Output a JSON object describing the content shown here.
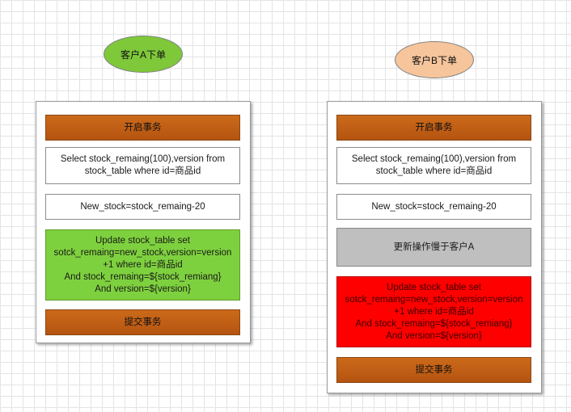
{
  "client_a": {
    "title": "客户A下单",
    "color": "#7ec83a",
    "steps": {
      "begin": "开启事务",
      "select": "Select stock_remaing(100),version from\nstock_table where id=商品id",
      "compute": "New_stock=stock_remaing-20",
      "update": "Update stock_table set\nsotck_remaing=new_stock,version=version\n+1 where id=商品id\nAnd stock_remaing=${stock_remiang}\nAnd version=${version}",
      "commit": "提交事务"
    }
  },
  "client_b": {
    "title": "客户B下单",
    "color": "#f6c59c",
    "steps": {
      "begin": "开启事务",
      "select": "Select stock_remaing(100),version from\nstock_table where id=商品id",
      "compute": "New_stock=stock_remaing-20",
      "slower": "更新操作慢于客户A",
      "update": "Update stock_table set\nsotck_remaing=new_stock,version=version\n+1 where id=商品id\nAnd stock_remaing=${stock_remiang}\nAnd version=${version}",
      "commit": "提交事务"
    }
  },
  "colors": {
    "transaction_box": "#c0601a",
    "update_success": "#7ed13e",
    "update_failed": "#ff0000",
    "slower_box": "#bfbfbf"
  }
}
